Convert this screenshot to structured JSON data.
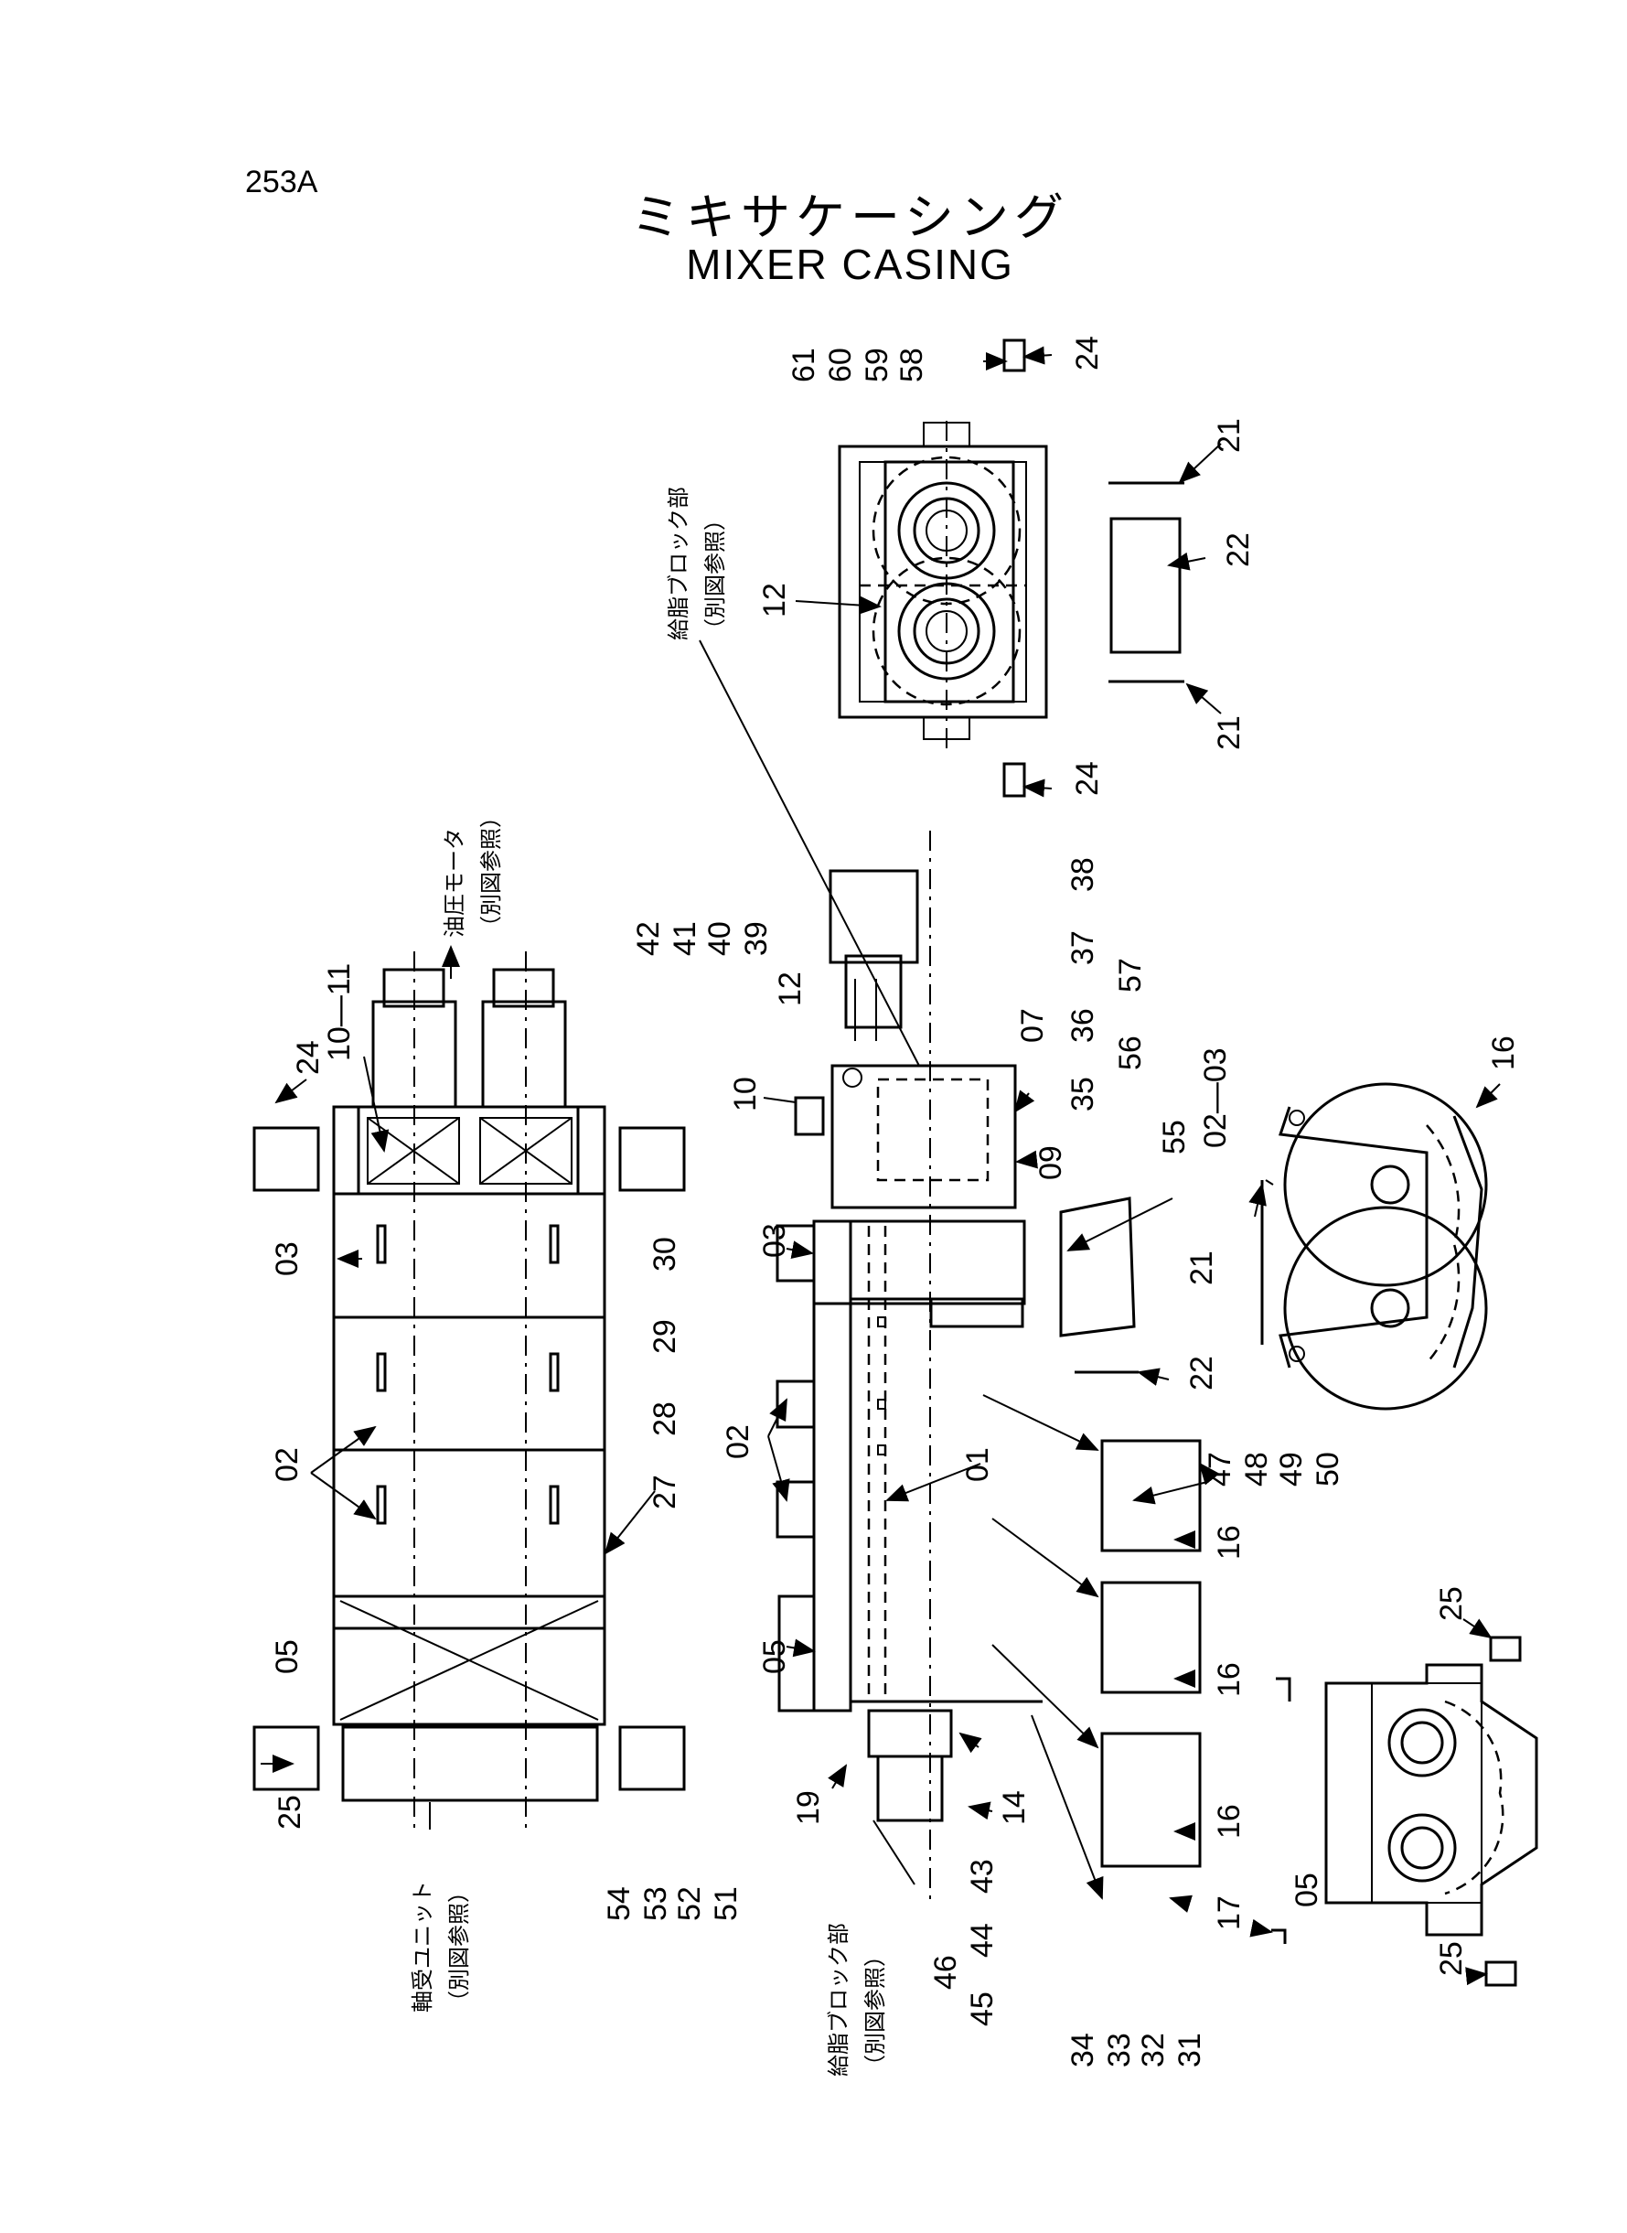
{
  "page_number": "253A",
  "title_jp": "ミキサケーシング",
  "title_en": "MIXER  CASING",
  "notes": {
    "grease_block_top": "給脂ブロック部",
    "grease_block_bottom": "給脂ブロック部",
    "hydraulic_motor": "油圧モータ",
    "bearing_unit": "軸受ユニット",
    "see_separate": "（別図参照）"
  },
  "part_labels": [
    {
      "id": "lbl-61",
      "text": "61"
    },
    {
      "id": "lbl-60",
      "text": "60"
    },
    {
      "id": "lbl-59",
      "text": "59"
    },
    {
      "id": "lbl-58",
      "text": "58"
    },
    {
      "id": "lbl-24a",
      "text": "24"
    },
    {
      "id": "lbl-21a",
      "text": "21"
    },
    {
      "id": "lbl-22a",
      "text": "22"
    },
    {
      "id": "lbl-12a",
      "text": "12"
    },
    {
      "id": "lbl-21b",
      "text": "21"
    },
    {
      "id": "lbl-24b",
      "text": "24"
    },
    {
      "id": "lbl-42",
      "text": "42"
    },
    {
      "id": "lbl-41",
      "text": "41"
    },
    {
      "id": "lbl-40",
      "text": "40"
    },
    {
      "id": "lbl-39",
      "text": "39"
    },
    {
      "id": "lbl-38",
      "text": "38"
    },
    {
      "id": "lbl-37",
      "text": "37"
    },
    {
      "id": "lbl-36",
      "text": "36"
    },
    {
      "id": "lbl-35",
      "text": "35"
    },
    {
      "id": "lbl-57",
      "text": "57"
    },
    {
      "id": "lbl-56",
      "text": "56"
    },
    {
      "id": "lbl-55",
      "text": "55"
    },
    {
      "id": "lbl-12b",
      "text": "12"
    },
    {
      "id": "lbl-07",
      "text": "07"
    },
    {
      "id": "lbl-10",
      "text": "10"
    },
    {
      "id": "lbl-09",
      "text": "09"
    },
    {
      "id": "lbl-0203",
      "text": "02—03"
    },
    {
      "id": "lbl-16a",
      "text": "16"
    },
    {
      "id": "lbl-1011",
      "text": "10—11"
    },
    {
      "id": "lbl-24c",
      "text": "24"
    },
    {
      "id": "lbl-03a",
      "text": "03"
    },
    {
      "id": "lbl-03b",
      "text": "03"
    },
    {
      "id": "lbl-21c",
      "text": "21"
    },
    {
      "id": "lbl-22b",
      "text": "22"
    },
    {
      "id": "lbl-30",
      "text": "30"
    },
    {
      "id": "lbl-29",
      "text": "29"
    },
    {
      "id": "lbl-28",
      "text": "28"
    },
    {
      "id": "lbl-27",
      "text": "27"
    },
    {
      "id": "lbl-02a",
      "text": "02"
    },
    {
      "id": "lbl-02b",
      "text": "02"
    },
    {
      "id": "lbl-01",
      "text": "01"
    },
    {
      "id": "lbl-47",
      "text": "47"
    },
    {
      "id": "lbl-48",
      "text": "48"
    },
    {
      "id": "lbl-49",
      "text": "49"
    },
    {
      "id": "lbl-50",
      "text": "50"
    },
    {
      "id": "lbl-16b",
      "text": "16"
    },
    {
      "id": "lbl-16c",
      "text": "16"
    },
    {
      "id": "lbl-16d",
      "text": "16"
    },
    {
      "id": "lbl-05a",
      "text": "05"
    },
    {
      "id": "lbl-05b",
      "text": "05"
    },
    {
      "id": "lbl-25a",
      "text": "25"
    },
    {
      "id": "lbl-25b",
      "text": "25"
    },
    {
      "id": "lbl-25c",
      "text": "25"
    },
    {
      "id": "lbl-19",
      "text": "19"
    },
    {
      "id": "lbl-14",
      "text": "14"
    },
    {
      "id": "lbl-43",
      "text": "43"
    },
    {
      "id": "lbl-44",
      "text": "44"
    },
    {
      "id": "lbl-45",
      "text": "45"
    },
    {
      "id": "lbl-46",
      "text": "46"
    },
    {
      "id": "lbl-54",
      "text": "54"
    },
    {
      "id": "lbl-53",
      "text": "53"
    },
    {
      "id": "lbl-52",
      "text": "52"
    },
    {
      "id": "lbl-51",
      "text": "51"
    },
    {
      "id": "lbl-17",
      "text": "17"
    },
    {
      "id": "lbl-05c",
      "text": "05"
    },
    {
      "id": "lbl-34",
      "text": "34"
    },
    {
      "id": "lbl-33",
      "text": "33"
    },
    {
      "id": "lbl-32",
      "text": "32"
    },
    {
      "id": "lbl-31",
      "text": "31"
    }
  ]
}
